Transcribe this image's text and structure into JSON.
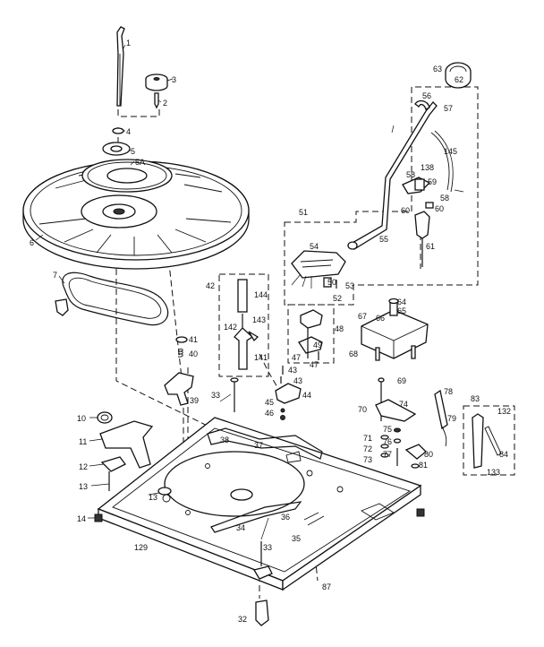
{
  "callouts": [
    {
      "id": "c1",
      "text": "1"
    },
    {
      "id": "c2",
      "text": "2"
    },
    {
      "id": "c3",
      "text": "3"
    },
    {
      "id": "c4",
      "text": "4"
    },
    {
      "id": "c5",
      "text": "5"
    },
    {
      "id": "c5a",
      "text": "5A"
    },
    {
      "id": "c6",
      "text": "6"
    },
    {
      "id": "c7",
      "text": "7"
    },
    {
      "id": "c10",
      "text": "10"
    },
    {
      "id": "c11",
      "text": "11"
    },
    {
      "id": "c12",
      "text": "12"
    },
    {
      "id": "c13a",
      "text": "13"
    },
    {
      "id": "c13b",
      "text": "13"
    },
    {
      "id": "c14",
      "text": "14"
    },
    {
      "id": "c129",
      "text": "129"
    },
    {
      "id": "c32",
      "text": "32"
    },
    {
      "id": "c33a",
      "text": "33"
    },
    {
      "id": "c33b",
      "text": "33"
    },
    {
      "id": "c34",
      "text": "34"
    },
    {
      "id": "c35",
      "text": "35"
    },
    {
      "id": "c36",
      "text": "36"
    },
    {
      "id": "c37",
      "text": "37"
    },
    {
      "id": "c38",
      "text": "38"
    },
    {
      "id": "c39",
      "text": "39"
    },
    {
      "id": "c40",
      "text": "40"
    },
    {
      "id": "c41",
      "text": "41"
    },
    {
      "id": "c42",
      "text": "42"
    },
    {
      "id": "c141",
      "text": "141"
    },
    {
      "id": "c142",
      "text": "142"
    },
    {
      "id": "c143",
      "text": "143"
    },
    {
      "id": "c144",
      "text": "144"
    },
    {
      "id": "c43a",
      "text": "43"
    },
    {
      "id": "c43b",
      "text": "43"
    },
    {
      "id": "c44",
      "text": "44"
    },
    {
      "id": "c45",
      "text": "45"
    },
    {
      "id": "c46",
      "text": "46"
    },
    {
      "id": "c47a",
      "text": "47"
    },
    {
      "id": "c47b",
      "text": "47"
    },
    {
      "id": "c48",
      "text": "48"
    },
    {
      "id": "c49",
      "text": "49"
    },
    {
      "id": "c50",
      "text": "50"
    },
    {
      "id": "c51",
      "text": "51"
    },
    {
      "id": "c52",
      "text": "52"
    },
    {
      "id": "c53",
      "text": "53"
    },
    {
      "id": "c54",
      "text": "54"
    },
    {
      "id": "c55",
      "text": "55"
    },
    {
      "id": "c56",
      "text": "56"
    },
    {
      "id": "c57",
      "text": "57"
    },
    {
      "id": "c58a",
      "text": "58"
    },
    {
      "id": "c58b",
      "text": "58"
    },
    {
      "id": "c59",
      "text": "59"
    },
    {
      "id": "c60a",
      "text": "60"
    },
    {
      "id": "c60b",
      "text": "60"
    },
    {
      "id": "c61",
      "text": "61"
    },
    {
      "id": "c62",
      "text": "62"
    },
    {
      "id": "c63",
      "text": "63"
    },
    {
      "id": "c138",
      "text": "138"
    },
    {
      "id": "c145",
      "text": "145"
    },
    {
      "id": "c64",
      "text": "64"
    },
    {
      "id": "c65",
      "text": "65"
    },
    {
      "id": "c66",
      "text": "66"
    },
    {
      "id": "c67",
      "text": "67"
    },
    {
      "id": "c68",
      "text": "68"
    },
    {
      "id": "c69",
      "text": "69"
    },
    {
      "id": "c70",
      "text": "70"
    },
    {
      "id": "c71",
      "text": "71"
    },
    {
      "id": "c72",
      "text": "72"
    },
    {
      "id": "c73",
      "text": "73"
    },
    {
      "id": "c74",
      "text": "74"
    },
    {
      "id": "c75",
      "text": "75"
    },
    {
      "id": "c76",
      "text": "76"
    },
    {
      "id": "c77",
      "text": "77"
    },
    {
      "id": "c78",
      "text": "78"
    },
    {
      "id": "c79",
      "text": "79"
    },
    {
      "id": "c80",
      "text": "80"
    },
    {
      "id": "c81",
      "text": "81"
    },
    {
      "id": "c83",
      "text": "83"
    },
    {
      "id": "c84",
      "text": "84"
    },
    {
      "id": "c87",
      "text": "87"
    },
    {
      "id": "c132",
      "text": "132"
    },
    {
      "id": "c133",
      "text": "133"
    }
  ]
}
